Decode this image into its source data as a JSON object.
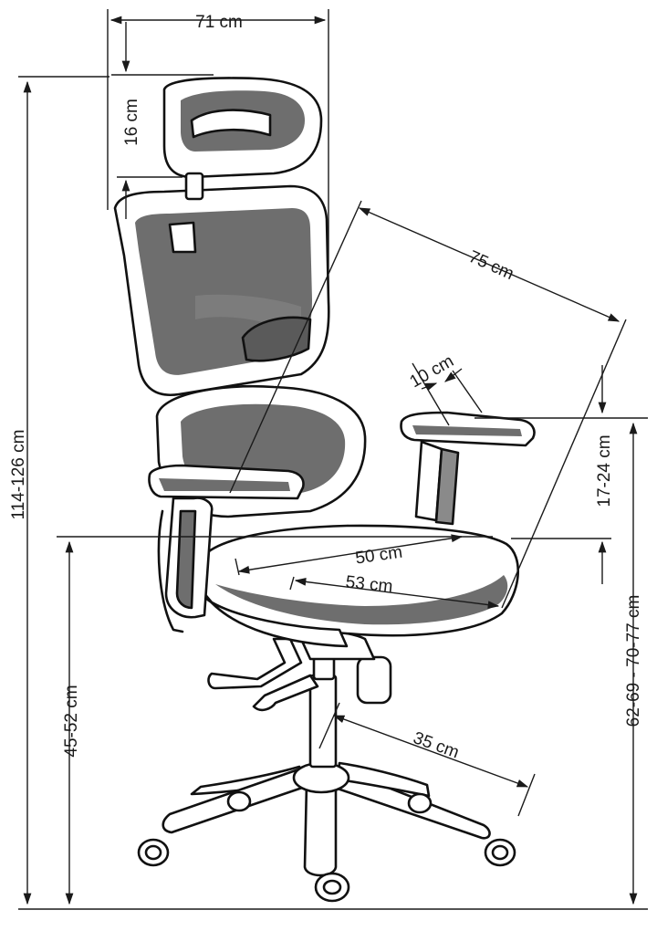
{
  "dimensions": {
    "width": "71 cm",
    "headrest": "16 cm",
    "total_height": "114-126 cm",
    "depth": "75 cm",
    "armrest_width": "10 cm",
    "armrest_height": "17-24 cm",
    "armrest_floor_height": "62-69  -  70-77 cm",
    "seat_depth": "50 cm",
    "seat_width": "53 cm",
    "seat_height": "45-52 cm",
    "base_radius": "35 cm"
  }
}
